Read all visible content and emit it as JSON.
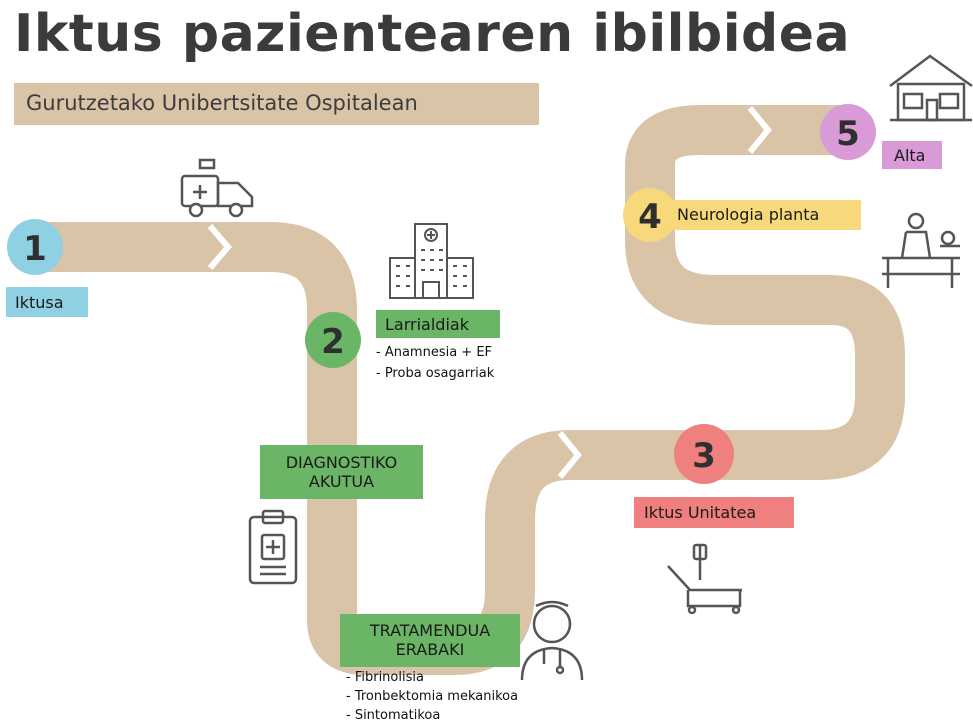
{
  "title": "Iktus pazientearen ibilbidea",
  "subtitle": "Gurutzetako Unibertsitate Ospitalean",
  "steps": [
    {
      "number": "1",
      "label": "Iktusa",
      "color": "#8fd0e2"
    },
    {
      "number": "2",
      "label": "Larrialdiak",
      "color": "#6ab566",
      "bullets": [
        "- Anamnesia + EF",
        "- Proba osagarriak"
      ]
    },
    {
      "number": "3",
      "label": "Iktus Unitatea",
      "color": "#f07f7f"
    },
    {
      "number": "4",
      "label": "Neurologia planta",
      "color": "#f7d87a"
    },
    {
      "number": "5",
      "label": "Alta",
      "color": "#d99ad8"
    }
  ],
  "diagnostic": {
    "line1": "DIAGNOSTIKO",
    "line2": "AKUTUA"
  },
  "treatment": {
    "line1": "TRATAMENDUA",
    "line2": "ERABAKI",
    "bullets": [
      "- Fibrinolisia",
      "- Tronbektomia mekanikoa",
      "- Sintomatikoa"
    ]
  },
  "colors": {
    "road": "#d9c4a8",
    "arrow": "#ffffff",
    "icon_stroke": "#555555"
  },
  "icons": [
    "ambulance-icon",
    "hospital-icon",
    "clipboard-icon",
    "doctor-icon",
    "hospital-bed-icon",
    "patient-bed-icon",
    "house-icon"
  ]
}
